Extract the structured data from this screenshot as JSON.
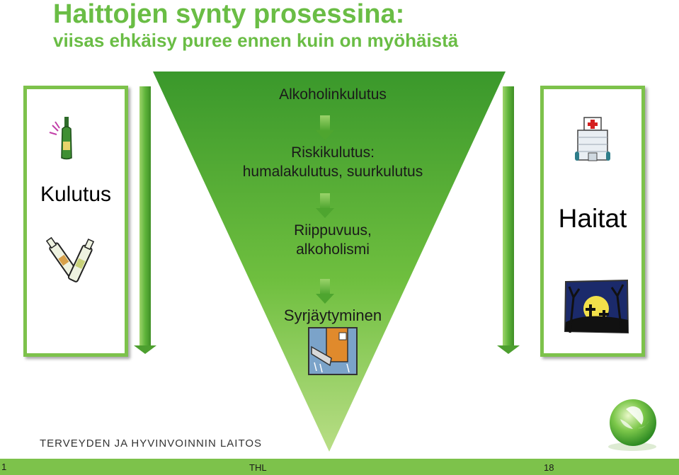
{
  "header": {
    "title": "Haittojen synty prosessina:",
    "subtitle": "viisas ehkäisy puree ennen kuin on myöhäistä"
  },
  "left_panel": {
    "label": "Kulutus"
  },
  "right_panel": {
    "label": "Haitat"
  },
  "process": {
    "stage_1": "Alkoholinkulutus",
    "stage_2_line_1": "Riskikulutus:",
    "stage_2_line_2": "humalakulutus, suurkulutus",
    "stage_3_line_1": "Riippuvuus,",
    "stage_3_line_2": "alkoholismi",
    "stage_4": "Syrjäytyminen"
  },
  "footer": {
    "organization": "TERVEYDEN JA HYVINVOINNIN LAITOS",
    "slide_number": "1",
    "short_name": "THL",
    "page_number": "18"
  },
  "icons": {
    "left_top": "bottle-icon",
    "left_bottom": "wine-bottles-icon",
    "right_top": "hospital-icon",
    "right_bottom": "graveyard-icon",
    "triangle_bottom": "homeless-person-icon",
    "logo": "thl-globe-icon"
  },
  "colors": {
    "brand_green": "#6abd45",
    "triangle_top": "#3c9a2c",
    "triangle_bottom": "#b7dc80",
    "box_border": "#7dc24b"
  }
}
